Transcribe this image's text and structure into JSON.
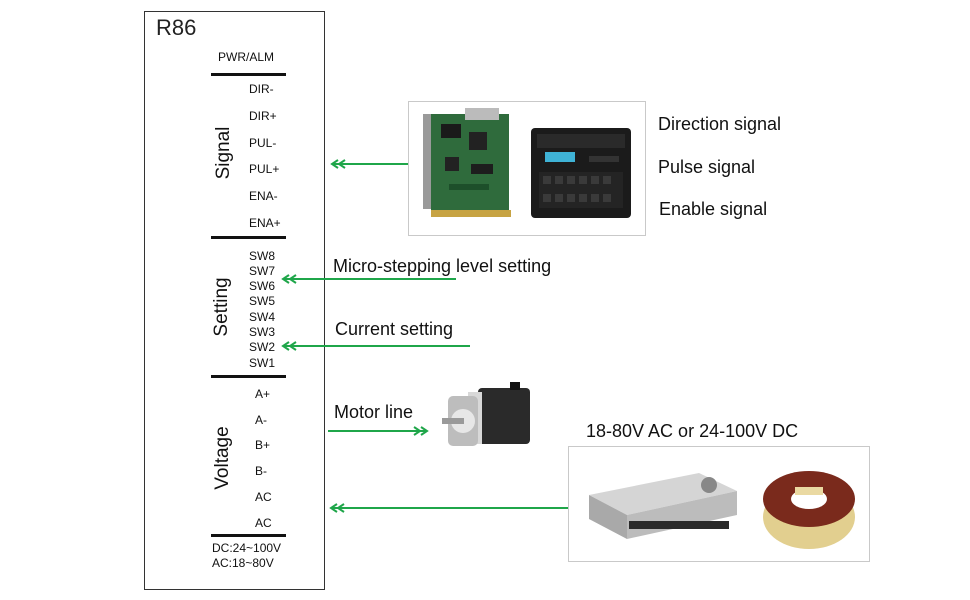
{
  "driver": {
    "model": "R86",
    "pwr_alm": "PWR/ALM",
    "group_labels": {
      "signal": "Signal",
      "setting": "Setting",
      "voltage": "Voltage"
    },
    "signal_pins": [
      "DIR-",
      "DIR+",
      "PUL-",
      "PUL+",
      "ENA-",
      "ENA+"
    ],
    "setting_pins": [
      "SW8",
      "SW7",
      "SW6",
      "SW5",
      "SW4",
      "SW3",
      "SW2",
      "SW1"
    ],
    "voltage_pins": [
      "A+",
      "A-",
      "B+",
      "B-",
      "AC",
      "AC"
    ],
    "spec_dc": "DC:24~100V",
    "spec_ac": "AC:18~80V"
  },
  "controller": {
    "labels": [
      "Direction signal",
      "Pulse signal",
      "Enable signal"
    ]
  },
  "settings": {
    "microstep_label": "Micro-stepping level setting",
    "current_label": "Current setting"
  },
  "motor": {
    "label": "Motor line"
  },
  "power": {
    "label": "18-80V AC or  24-100V DC"
  },
  "colors": {
    "arrow": "#1fa64a",
    "border": "#333333"
  }
}
